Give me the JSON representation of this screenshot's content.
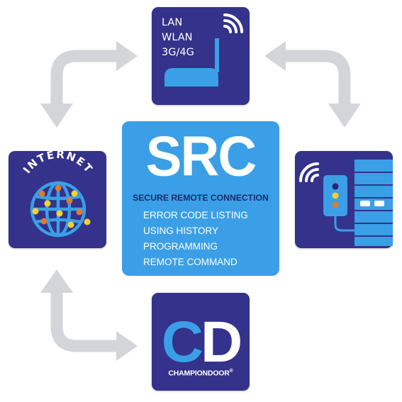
{
  "top_tile": {
    "lines": [
      "LAN",
      "WLAN",
      "3G/4G"
    ],
    "icon": "router-wifi-icon"
  },
  "left_tile": {
    "label": "INTERNET",
    "icon": "globe-network-icon"
  },
  "right_tile": {
    "icon": "door-control-unit-icon"
  },
  "bottom_tile": {
    "logo_letters": "CD",
    "wordmark": "CHAMPIONDOOR",
    "registered": "®"
  },
  "center": {
    "title": "SRC",
    "subtitle": "SECURE REMOTE CONNECTION",
    "features": [
      "ERROR CODE LISTING",
      "USING HISTORY",
      "PROGRAMMING",
      "REMOTE COMMAND"
    ]
  },
  "colors": {
    "tile": "#34328a",
    "center": "#3a9fe6",
    "arrow": "#d3d5d8",
    "accent_blue": "#3a9fe6",
    "dot_orange": "#e07a2e",
    "dot_yellow": "#f2d12f"
  }
}
